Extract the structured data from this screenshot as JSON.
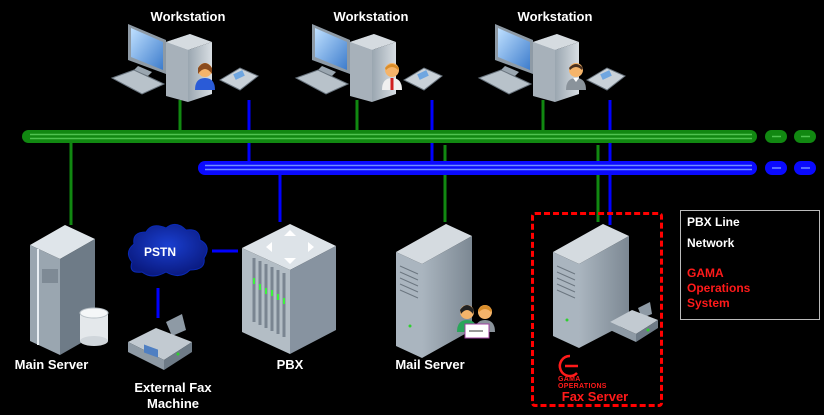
{
  "diagram": {
    "workstations": [
      {
        "label": "Workstation",
        "user": "female user"
      },
      {
        "label": "Workstation",
        "user": "male user with tie"
      },
      {
        "label": "Workstation",
        "user": "male user"
      }
    ],
    "nodes": {
      "main_server": "Main Server",
      "pstn": "PSTN",
      "external_fax": [
        "External Fax",
        "Machine"
      ],
      "pbx": "PBX",
      "mail_server": "Mail Server",
      "fax_server": "Fax Server"
    },
    "fax_server_logo": {
      "line1": "GAMA",
      "line2": "OPERATIONS"
    },
    "legend": {
      "pbx_line": {
        "label": "PBX Line",
        "color": "#0000ff"
      },
      "network": {
        "label": "Network",
        "color": "#118811"
      },
      "system": {
        "lines": [
          "GAMA",
          "Operations",
          "System"
        ],
        "color": "#ff1a1a"
      }
    },
    "colors": {
      "background": "#000000",
      "network_bus": "#118811",
      "pbx_bus": "#0a0aff",
      "highlight": "#ff0000"
    }
  }
}
